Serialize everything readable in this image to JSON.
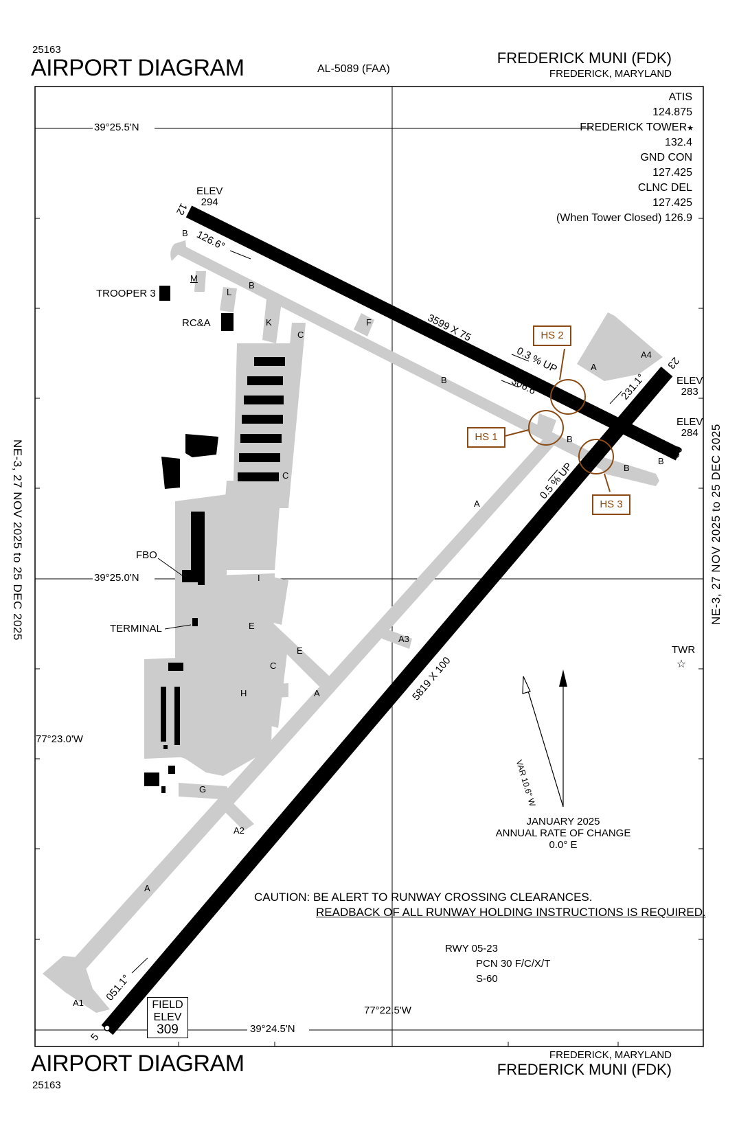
{
  "header": {
    "number": "25163",
    "title": "AIRPORT DIAGRAM",
    "al_number": "AL-5089 (FAA)",
    "airport_name": "FREDERICK MUNI (FDK)",
    "location": "FREDERICK, MARYLAND"
  },
  "footer": {
    "number": "25163",
    "title": "AIRPORT DIAGRAM",
    "airport_name": "FREDERICK MUNI (FDK)",
    "location": "FREDERICK, MARYLAND"
  },
  "effective_dates": {
    "left": "NE-3,  27 NOV 2025  to  25 DEC 2025",
    "right": "NE-3,  27 NOV 2025  to  25 DEC 2025"
  },
  "frequencies": {
    "atis_label": "ATIS",
    "atis": "124.875",
    "tower_label": "FREDERICK TOWER",
    "tower": "132.4",
    "gnd_label": "GND CON",
    "gnd": "127.425",
    "clnc_label": "CLNC DEL",
    "clnc": "127.425",
    "closed_note": "(When Tower Closed) 126.9"
  },
  "coordinates": {
    "lat_top": "39°25.5'N",
    "lat_mid": "39°25.0'N",
    "lat_bottom": "39°24.5'N",
    "lon_left": "77°23.0'W",
    "lon_right": "77°22.5'W"
  },
  "runways": [
    {
      "id": "12-30",
      "dimensions": "3599 X 75",
      "end_a": "12",
      "end_b": "30",
      "heading_a": "126.6°",
      "heading_b": "306.6°",
      "elev_label": "ELEV",
      "elev_a": "294",
      "elev_b": "284",
      "slope": "0.3 % UP"
    },
    {
      "id": "5-23",
      "dimensions": "5819 X 100",
      "end_a": "5",
      "end_b": "23",
      "heading_a": "051.1°",
      "heading_b": "231.1°",
      "elev_b": "283",
      "slope": "0.5 % UP"
    }
  ],
  "hot_spots": [
    "HS 1",
    "HS 2",
    "HS 3"
  ],
  "taxiway_labels": {
    "a": "A",
    "a1": "A1",
    "a2": "A2",
    "a3": "A3",
    "a4": "A4",
    "b": "B",
    "c": "C",
    "e": "E",
    "f": "F",
    "g": "G",
    "h": "H",
    "i": "I",
    "k": "K",
    "l": "L",
    "m": "M"
  },
  "facilities": {
    "trooper": "TROOPER 3",
    "rca": "RC&A",
    "fbo": "FBO",
    "terminal": "TERMINAL",
    "tower": "TWR"
  },
  "field_elevation": {
    "line1": "FIELD",
    "line2": "ELEV",
    "value": "309"
  },
  "magnetic": {
    "variation": "VAR 10.6° W",
    "date": "JANUARY 2025",
    "rate_label": "ANNUAL RATE OF CHANGE",
    "rate": "0.0° E"
  },
  "caution": {
    "line1": "CAUTION:  BE ALERT TO RUNWAY CROSSING CLEARANCES.",
    "line2": "READBACK OF ALL RUNWAY HOLDING INSTRUCTIONS IS REQUIRED."
  },
  "runway_data": {
    "rwy": "RWY 05-23",
    "pcn": "PCN 30 F/C/X/T",
    "strength": "S-60"
  },
  "colors": {
    "runway": "#000000",
    "taxiway": "#cccccc",
    "hot_spot": "#8a4a14"
  }
}
